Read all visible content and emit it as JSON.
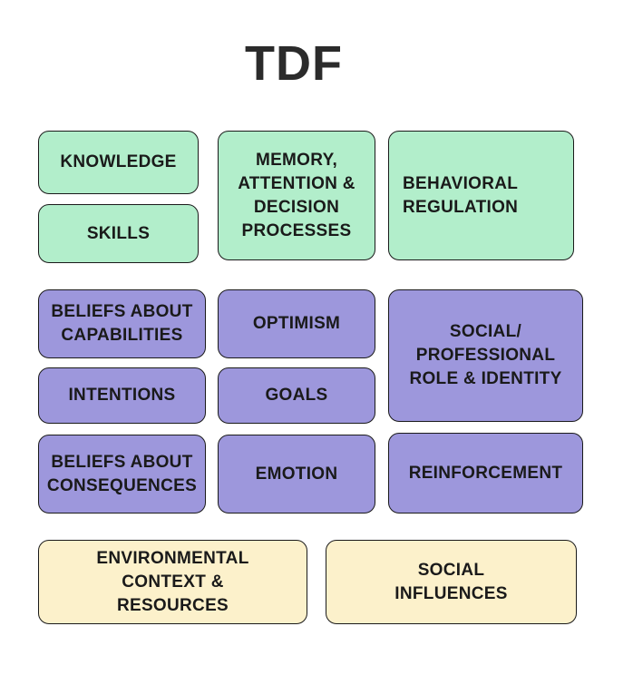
{
  "title": "TDF",
  "domains": {
    "knowledge": "KNOWLEDGE",
    "skills": "SKILLS",
    "memory": "MEMORY,\nATTENTION &\nDECISION\nPROCESSES",
    "behavioral": "BEHAVIORAL\nREGULATION",
    "beliefs_capabilities": "BELIEFS ABOUT\nCAPABILITIES",
    "optimism": "OPTIMISM",
    "social_role": "SOCIAL/\nPROFESSIONAL\nROLE & IDENTITY",
    "intentions": "INTENTIONS",
    "goals": "GOALS",
    "beliefs_consequences": "BELIEFS ABOUT\nCONSEQUENCES",
    "emotion": "EMOTION",
    "reinforcement": "REINFORCEMENT",
    "environmental": "ENVIRONMENTAL\nCONTEXT &\nRESOURCES",
    "social_influences": "SOCIAL\nINFLUENCES"
  },
  "colors": {
    "green": "#b2eecb",
    "purple": "#9d97dc",
    "cream": "#fcf1cb"
  }
}
